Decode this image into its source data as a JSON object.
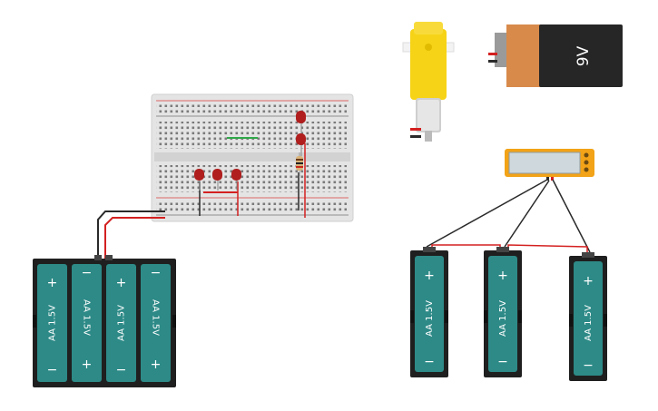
{
  "battery_9v": {
    "label": "9V"
  },
  "pack_4aa": {
    "cells": [
      {
        "label": "AA 1.5V",
        "top": "+",
        "bottom": "−"
      },
      {
        "label": "AA 1.5V",
        "top": "−",
        "bottom": "+"
      },
      {
        "label": "AA 1.5V",
        "top": "+",
        "bottom": "−"
      },
      {
        "label": "AA 1.5V",
        "top": "−",
        "bottom": "+"
      }
    ]
  },
  "single_cells": [
    {
      "label": "AA 1.5V",
      "top": "+",
      "bottom": "−"
    },
    {
      "label": "AA 1.5V",
      "top": "+",
      "bottom": "−"
    },
    {
      "label": "AA 1.5V",
      "top": "+",
      "bottom": "−"
    }
  ],
  "colors": {
    "breadboard": "#e4e4e4",
    "battery_cell": "#2d8a87",
    "holder": "#1f1f1f",
    "led": "#b01e1e",
    "motor_yellow": "#f6d316",
    "wire_red": "#d42020",
    "wire_black": "#2a2a2a",
    "multimeter": "#f2a317",
    "battery_9v_top": "#d88a4b"
  }
}
